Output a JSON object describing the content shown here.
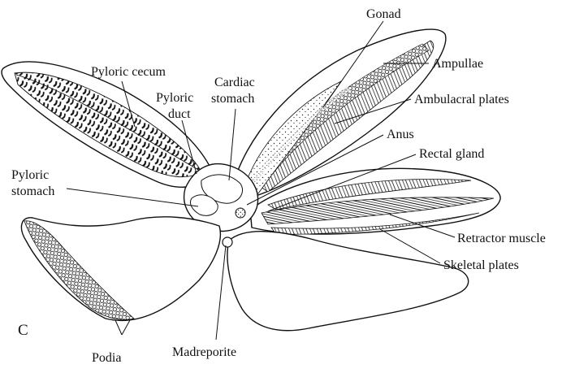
{
  "panel_letter": "C",
  "labels": {
    "gonad": "Gonad",
    "ampullae": "Ampullae",
    "pyloric_cecum": "Pyloric cecum",
    "cardiac_stomach": [
      "Cardiac",
      "stomach"
    ],
    "pyloric_duct": [
      "Pyloric",
      "duct"
    ],
    "ambulacral_plates": "Ambulacral plates",
    "anus": "Anus",
    "rectal_gland": "Rectal gland",
    "pyloric_stomach": [
      "Pyloric",
      "stomach"
    ],
    "retractor_muscle": "Retractor muscle",
    "skeletal_plates": "Skeletal plates",
    "madreporite": "Madreporite",
    "podia": "Podia"
  },
  "colors": {
    "ink": "#111111",
    "paper": "#ffffff"
  }
}
